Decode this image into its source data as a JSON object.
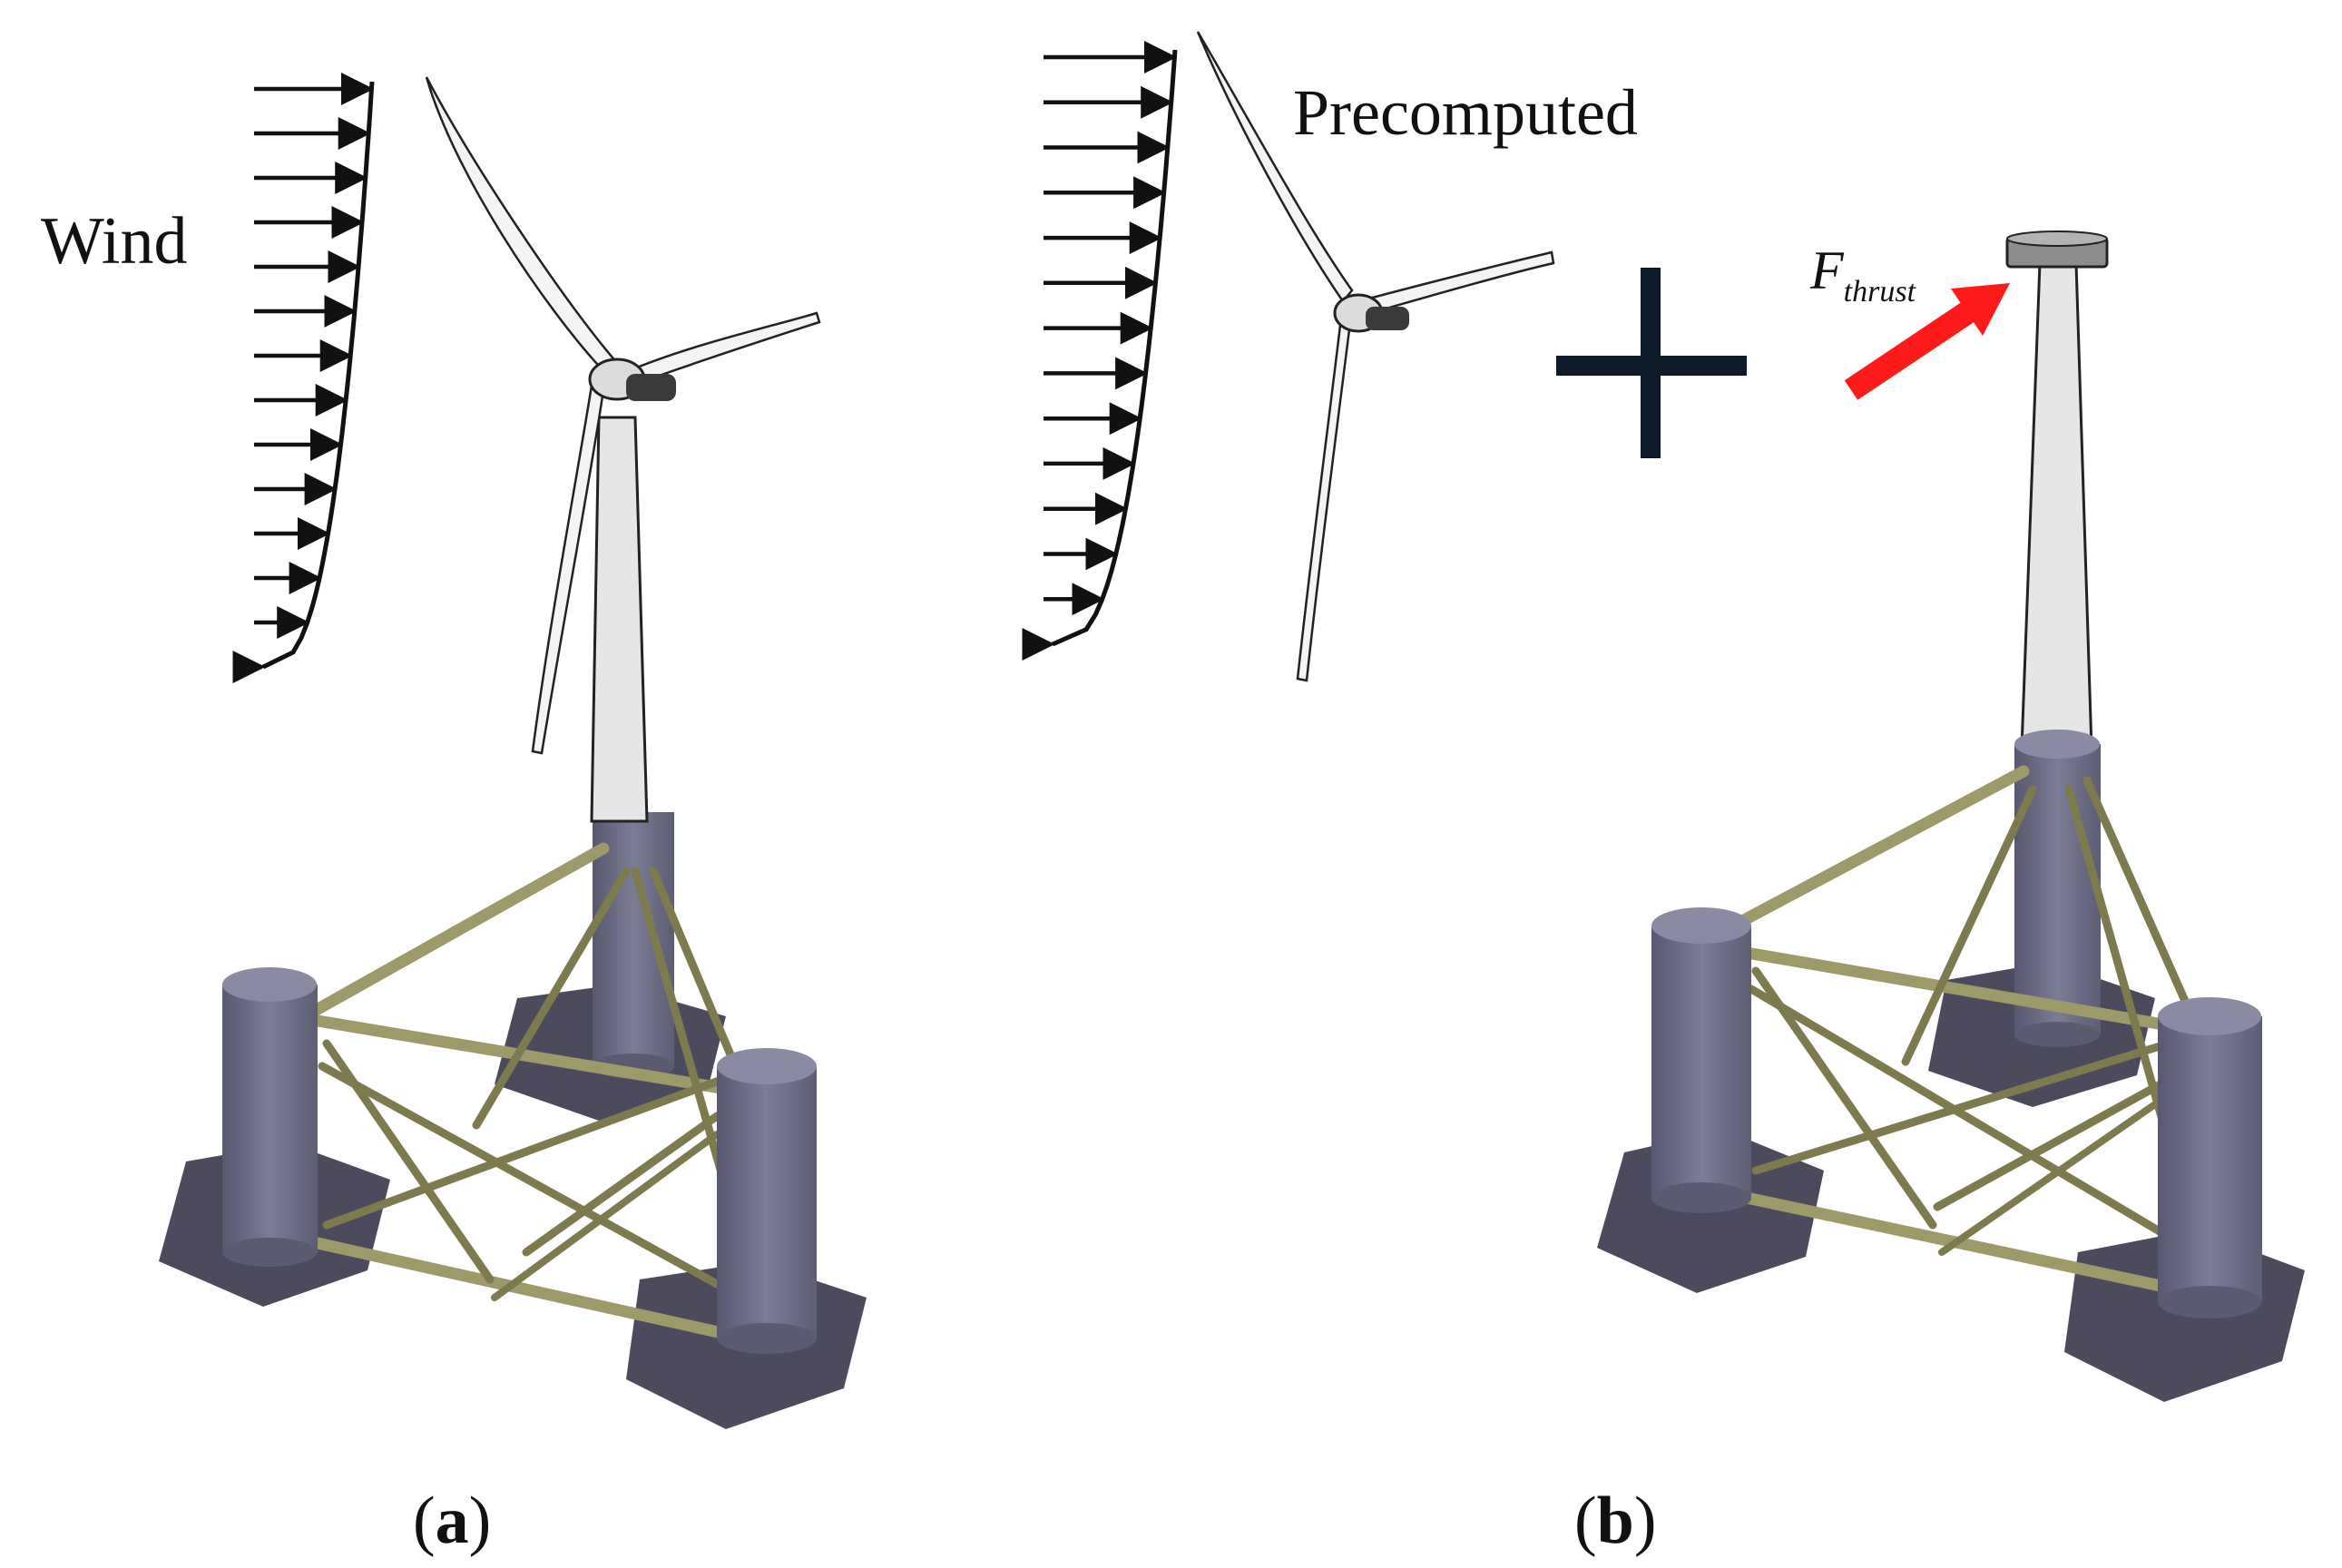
{
  "panels": [
    {
      "id": "a",
      "wind_label": "Wind",
      "caption_open": "(",
      "caption_letter": "a",
      "caption_close": ")"
    },
    {
      "id": "b",
      "label": "Precomputed",
      "operator": "+",
      "force_label_main": "F",
      "force_label_sub": "thrust",
      "caption_open": "(",
      "caption_letter": "b",
      "caption_close": ")"
    }
  ],
  "colors": {
    "pontoon": "#6f7088",
    "heave_plate": "#4c4b5e",
    "brace": "#9d9a6a",
    "thrust_arrow": "#ff1a1a",
    "plus_sign": "#0d1a2a"
  },
  "icons": [
    "wind-profile-arrows",
    "wind-turbine-rotor",
    "semi-submersible-platform",
    "thrust-arrow"
  ]
}
